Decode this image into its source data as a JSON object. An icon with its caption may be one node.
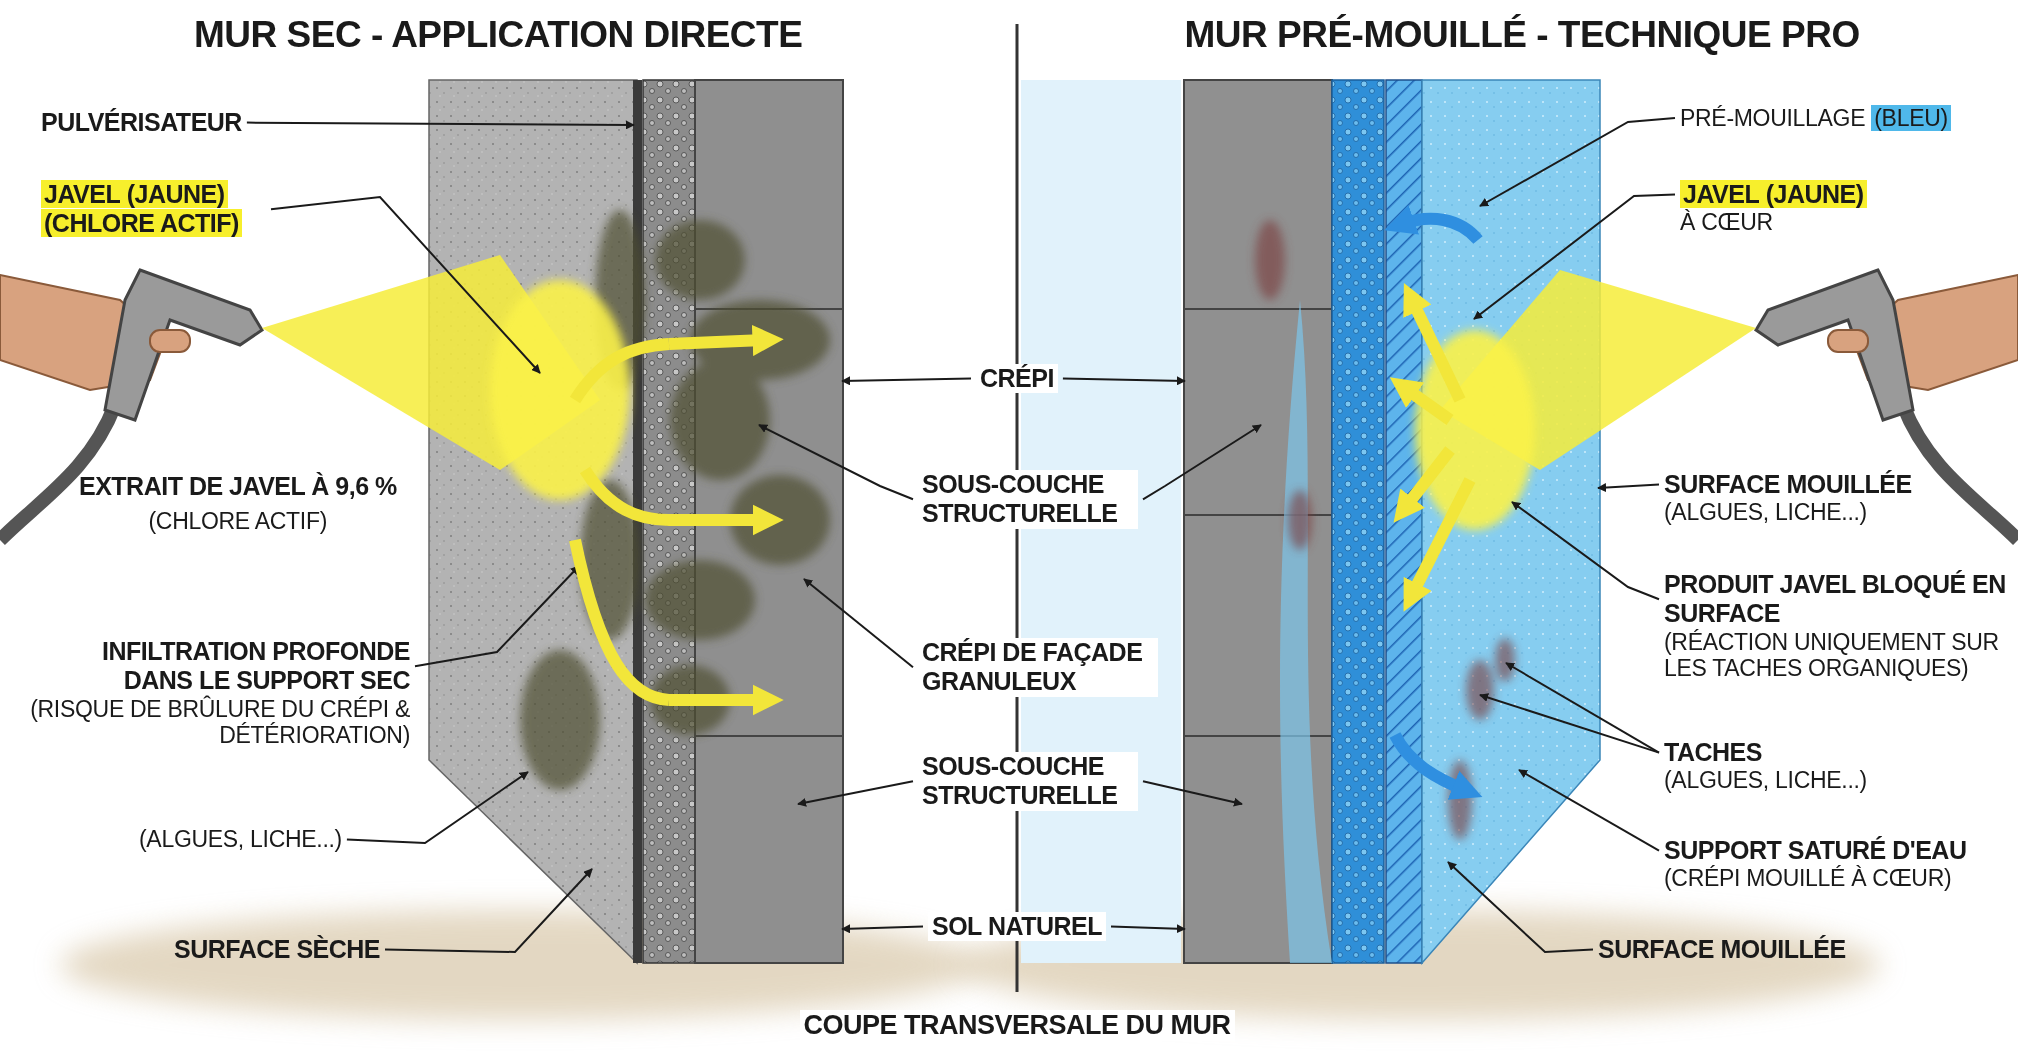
{
  "diagram": {
    "caption": "COUPE TRANSVERSALE DU MUR",
    "nodes": [
      {
        "text": [
          "PULVÉRISATEUR"
        ]
      },
      {
        "text": [
          "**JAVEL** (JAUNE) (CHLORE ACTIF)"
        ]
      },
      {
        "text": [
          "INFILTRATION PROFONDE DANS LE SUPPORT SEC",
          "(RISQUE DE BRÛLURE DU CRÉPI & DÉTÉRIORATION)"
        ]
      },
      {
        "text": [
          "(ALGUES, LICHE...)"
        ]
      },
      {
        "text": [
          "SURFACE SÈCHE"
        ]
      },
      {
        "text": [
          "CRÉPI"
        ]
      },
      {
        "text": [
          "SOUS-COUCHE STRUCTURELLE"
        ]
      },
      {
        "text": [
          "CRÉPI DE FAÇADE GRANULEUX"
        ]
      },
      {
        "text": [
          "SOUS-COUCHE STRUCTURELLE"
        ]
      },
      {
        "text": [
          "SOL NATUREL"
        ]
      },
      {
        "text": [
          "PRÉ-MOUILLAGE",
          "(BLEU)"
        ]
      },
      {
        "text": [
          "**JAVEL** (JAUNE)",
          "À CŒUR"
        ]
      },
      {
        "text": [
          "SURFACE MOUILLÉE",
          "(ALGUES, LICHE...)"
        ]
      },
      {
        "text": [
          "PRODUIT JAVEL BLOQUÉ EN SURFACE",
          "(RÉACTION UNIQUEMENT SUR LES TACHES ORGANIQUES)"
        ]
      },
      {
        "text": [
          "TACHES",
          "(ALGUES, LICHE...)"
        ]
      },
      {
        "text": [
          "SUPPORT SATURÉ D'EAU",
          "(CRÉPI MOUILLÉ À CŒUR)"
        ]
      },
      {
        "text": [
          "SURFACE MOUILLÉE"
        ]
      },
      {
        "text": [],
        "shape": "picture"
      },
      {
        "text": [],
        "shape": "box"
      },
      {
        "text": [],
        "shape": "bar"
      },
      {
        "text": [],
        "shape": "bar"
      },
      {
        "text": [],
        "shape": "box"
      },
      {
        "text": [],
        "shape": "box"
      },
      {
        "text": [],
        "shape": "box"
      },
      {
        "text": [],
        "shape": "box"
      },
      {
        "text": [],
        "shape": "box"
      },
      {
        "text": [],
        "shape": "box"
      },
      {
        "text": [],
        "shape": "box"
      },
      {
        "text": [],
        "shape": "box"
      },
      {
        "text": [],
        "shape": "bar"
      },
      {
        "text": [],
        "shape": "bar"
      },
      {
        "text": [],
        "shape": "box"
      },
      {
        "text": [],
        "shape": "picture"
      }
    ],
    "edges": [
      {
        "from": 0,
        "to": 19,
        "arrow": "to"
      },
      {
        "from": 1,
        "to": 18,
        "arrow": "to"
      },
      {
        "from": 2,
        "to": 18,
        "arrow": "to"
      },
      {
        "from": 3,
        "to": 18,
        "arrow": "to"
      },
      {
        "from": 4,
        "to": 18,
        "arrow": "to"
      },
      {
        "from": 5,
        "to": 22,
        "arrow": "to"
      },
      {
        "from": 5,
        "to": 26,
        "arrow": "to"
      },
      {
        "from": 6,
        "to": 22,
        "arrow": "to"
      },
      {
        "from": 6,
        "to": 26,
        "arrow": "to"
      },
      {
        "from": 7,
        "to": 22,
        "arrow": "to"
      },
      {
        "from": 8,
        "to": 23,
        "arrow": "to"
      },
      {
        "from": 8,
        "to": 28,
        "arrow": "to"
      },
      {
        "from": 9,
        "to": 23,
        "arrow": "to"
      },
      {
        "from": 9,
        "to": 28,
        "arrow": "to"
      },
      {
        "from": 10,
        "to": 31,
        "arrow": "to"
      },
      {
        "from": 11,
        "to": 31,
        "arrow": "to"
      },
      {
        "from": 12,
        "to": 31,
        "arrow": "to"
      },
      {
        "from": 13,
        "to": 31,
        "arrow": "to"
      },
      {
        "from": 14,
        "to": 31,
        "arrow": "to"
      },
      {
        "from": 14,
        "to": 31,
        "arrow": "to"
      },
      {
        "from": 15,
        "to": 31,
        "arrow": "to"
      },
      {
        "from": 16,
        "to": 31,
        "arrow": "to"
      },
      {
        "from": 18,
        "to": 20,
        "arrow": "none",
        "style": "thick",
        "color": "#f2e63a"
      },
      {
        "from": 20,
        "to": 22,
        "arrow": "to",
        "style": "thick",
        "color": "#f2e63a"
      },
      {
        "from": 18,
        "to": 20,
        "arrow": "none",
        "style": "thick",
        "color": "#f2e63a"
      },
      {
        "from": 20,
        "to": 22,
        "arrow": "to",
        "style": "thick",
        "color": "#f2e63a"
      },
      {
        "from": 18,
        "to": 20,
        "arrow": "none",
        "style": "thick",
        "color": "#f2e63a"
      },
      {
        "from": 20,
        "to": 22,
        "arrow": "to",
        "style": "thick",
        "color": "#f2e63a"
      },
      {
        "from": 31,
        "to": 30,
        "arrow": "to",
        "style": "thick",
        "color": "#f2e63a"
      },
      {
        "from": 31,
        "to": 30,
        "arrow": "to",
        "style": "thick",
        "color": "#f2e63a"
      },
      {
        "from": 31,
        "to": 30,
        "arrow": "to",
        "style": "thick",
        "color": "#f2e63a"
      },
      {
        "from": 31,
        "to": 30,
        "arrow": "to",
        "style": "thick",
        "color": "#f2e63a"
      },
      {
        "from": 31,
        "to": 30,
        "arrow": "to",
        "style": "thick",
        "color": "#2f8fe0"
      },
      {
        "from": 30,
        "to": 31,
        "arrow": "to",
        "style": "thick",
        "color": "#2f8fe0"
      }
    ],
    "labels": [
      "MUR SEC - APPLICATION DIRECTE",
      "MUR PRÉ-MOUILLÉ - TECHNIQUE PRO",
      "EXTRAIT DE JAVEL À 9,6 %",
      "(CHLORE ACTIF)"
    ]
  }
}
